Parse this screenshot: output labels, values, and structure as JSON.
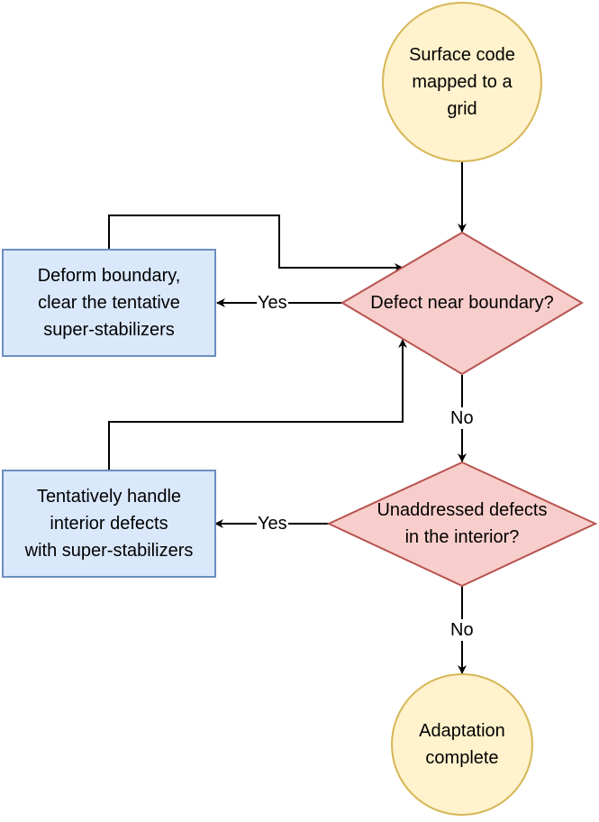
{
  "colors": {
    "start_fill": "#fff2cc",
    "start_stroke": "#d6b656",
    "decision_fill": "#f8cecc",
    "decision_stroke": "#b85450",
    "process_fill": "#dae8fc",
    "process_stroke": "#6c8ebf",
    "edge": "#000000"
  },
  "nodes": {
    "start": {
      "label": "Surface code\nmapped to a\ngrid",
      "shape": "circle"
    },
    "decision_boundary": {
      "label": "Defect near boundary?",
      "shape": "diamond"
    },
    "process_deform": {
      "label": "Deform boundary,\nclear the tentative\nsuper-stabilizers",
      "shape": "rectangle"
    },
    "decision_interior": {
      "label": "Unaddressed defects\nin the interior?",
      "shape": "diamond"
    },
    "process_tentative": {
      "label": "Tentatively handle\ninterior defects\nwith super-stabilizers",
      "shape": "rectangle"
    },
    "end": {
      "label": "Adaptation\ncomplete",
      "shape": "circle"
    }
  },
  "edges": {
    "boundary_yes": "Yes",
    "boundary_no": "No",
    "interior_yes": "Yes",
    "interior_no": "No"
  }
}
